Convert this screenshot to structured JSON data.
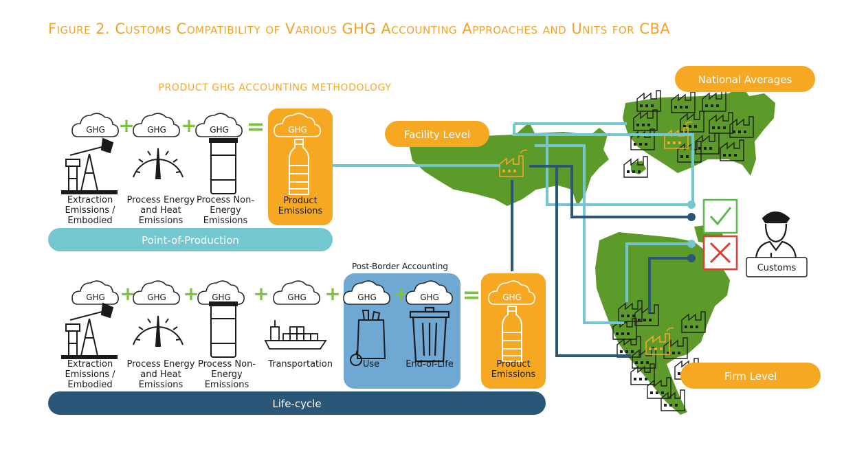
{
  "figure_title": "Figure 2. Customs Compatibility of Various GHG Accounting Approaches and Units for CBA",
  "methodology_heading": "PRODUCT GHG ACCOUNTING METHODOLOGY",
  "ghg_label": "GHG",
  "plus_symbol": "+",
  "equals_symbol": "=",
  "point_of_production": {
    "bar_label": "Point-of-Production",
    "items": [
      {
        "label_lines": [
          "Extraction",
          "Emissions /",
          "Embodied"
        ],
        "icon": "oil-pump-icon"
      },
      {
        "label_lines": [
          "Process Energy",
          "and Heat",
          "Emissions"
        ],
        "icon": "gauge-icon"
      },
      {
        "label_lines": [
          "Process Non-",
          "Energy",
          "Emissions"
        ],
        "icon": "barrel-icon"
      }
    ],
    "result_lines": [
      "Product",
      "Emissions"
    ]
  },
  "life_cycle": {
    "bar_label": "Life-cycle",
    "items": [
      {
        "label_lines": [
          "Extraction",
          "Emissions /",
          "Embodied"
        ],
        "icon": "oil-pump-icon"
      },
      {
        "label_lines": [
          "Process Energy",
          "and Heat",
          "Emissions"
        ],
        "icon": "gauge-icon"
      },
      {
        "label_lines": [
          "Process Non-",
          "Energy",
          "Emissions"
        ],
        "icon": "barrel-icon"
      },
      {
        "label_lines": [
          "Transportation"
        ],
        "icon": "cargo-ship-icon"
      }
    ],
    "post_border": {
      "title": "Post-Border Accounting",
      "items": [
        {
          "label": "Use",
          "icon": "grocery-bag-icon"
        },
        {
          "label": "End-of-Life",
          "icon": "trash-can-icon"
        }
      ]
    },
    "result_lines": [
      "Product",
      "Emissions"
    ]
  },
  "map_labels": {
    "facility": "Facility Level",
    "national": "National Averages",
    "firm": "Firm Level"
  },
  "customs": {
    "label": "Customs",
    "accepted_icon": "checkmark-icon",
    "rejected_icon": "x-mark-icon",
    "officer_icon": "customs-officer-icon"
  },
  "colors": {
    "orange": "#f7a823",
    "title_orange": "#f2a326",
    "green_plus": "#7dc242",
    "map_green": "#5c9a2a",
    "teal": "#74c7cf",
    "dark_blue": "#2a5777",
    "post_border_blue": "#6ea8d3",
    "check_green": "#57b947",
    "cross_red": "#e23b35"
  }
}
